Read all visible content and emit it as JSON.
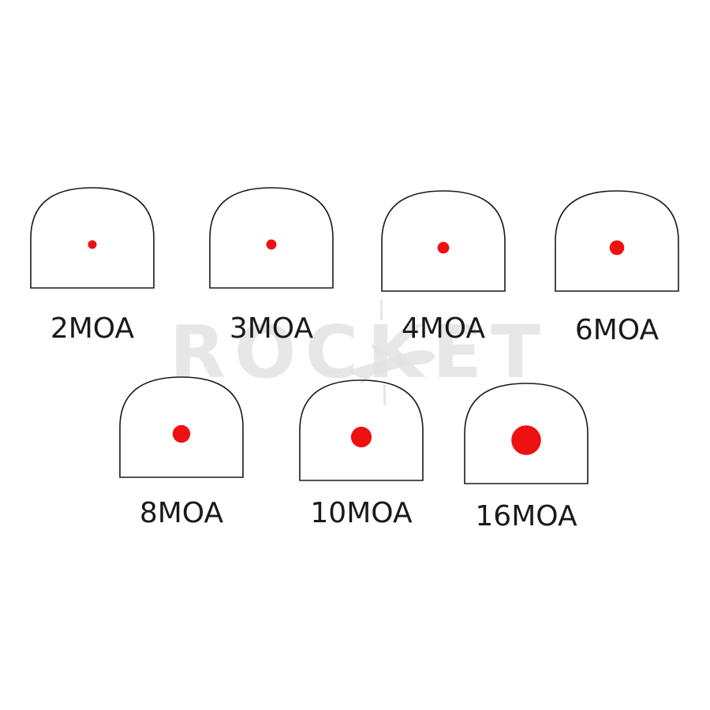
{
  "watermark": {
    "text": "ROCKET"
  },
  "colors": {
    "dot": "#ee1111",
    "outline": "#1a1a1a",
    "watermark": "#e3e3e3"
  },
  "reticles": [
    {
      "label": "2MOA",
      "moa": 2
    },
    {
      "label": "3MOA",
      "moa": 3
    },
    {
      "label": "4MOA",
      "moa": 4
    },
    {
      "label": "6MOA",
      "moa": 6
    },
    {
      "label": "8MOA",
      "moa": 8
    },
    {
      "label": "10MOA",
      "moa": 10
    },
    {
      "label": "16MOA",
      "moa": 16
    }
  ]
}
